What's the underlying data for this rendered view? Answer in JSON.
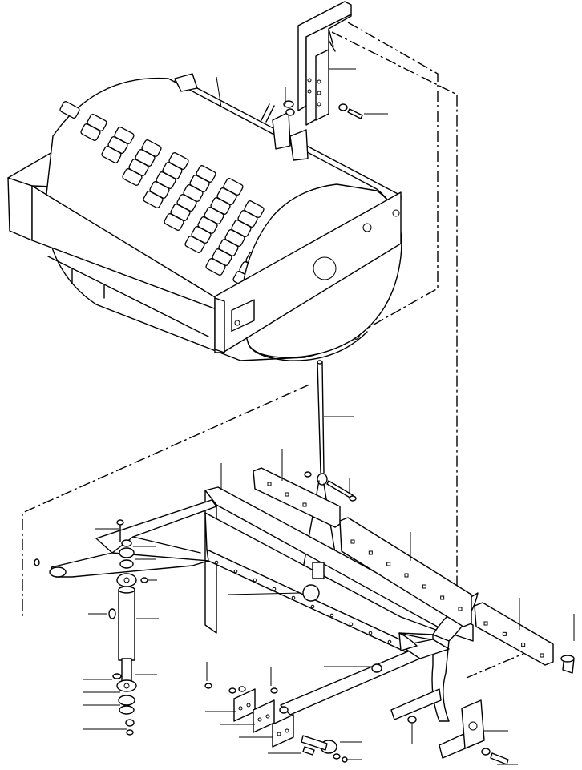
{
  "figure": {
    "colors": {
      "ink": "#000000",
      "paper": "#ffffff"
    },
    "assemblies": [
      {
        "id": "padfoot-drum",
        "icon": "padfoot-drum-icon"
      },
      {
        "id": "mounting-bracket",
        "icon": "bracket-icon"
      },
      {
        "id": "dozer-blade",
        "icon": "blade-icon"
      },
      {
        "id": "hydraulic-cylinder",
        "icon": "cylinder-icon"
      },
      {
        "id": "cutting-edges",
        "icon": "cutting-edge-icon"
      },
      {
        "id": "control-rod",
        "icon": "rod-icon"
      },
      {
        "id": "end-bracket",
        "icon": "bracket-icon"
      }
    ]
  }
}
